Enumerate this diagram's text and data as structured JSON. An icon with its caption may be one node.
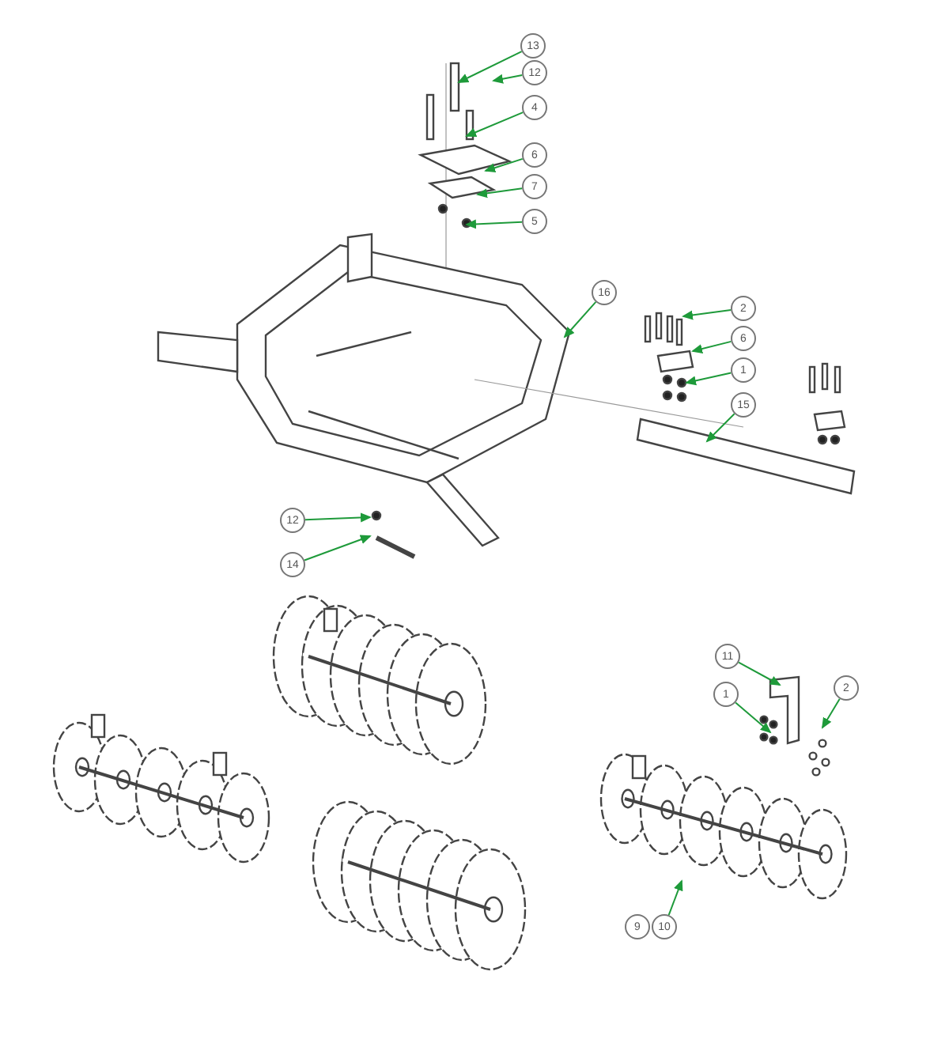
{
  "diagram": {
    "nodes": [
      {
        "text": [
          "13"
        ]
      },
      {
        "text": [
          "12"
        ]
      },
      {
        "text": [
          "4"
        ]
      },
      {
        "text": [
          "6"
        ]
      },
      {
        "text": [
          "7"
        ]
      },
      {
        "text": [
          "5"
        ]
      },
      {
        "text": [
          "16"
        ]
      },
      {
        "text": [
          "2"
        ]
      },
      {
        "text": [
          "6"
        ]
      },
      {
        "text": [
          "1"
        ]
      },
      {
        "text": [
          "15"
        ]
      },
      {
        "text": [
          "12"
        ]
      },
      {
        "text": [
          "14"
        ]
      },
      {
        "text": [
          "11"
        ]
      },
      {
        "text": [
          "1"
        ]
      },
      {
        "text": [
          "2"
        ]
      },
      {
        "text": [
          "9"
        ]
      },
      {
        "text": [
          "10"
        ]
      }
    ],
    "edges": [
      {
        "from": 0,
        "to": null,
        "arrow": "to"
      },
      {
        "from": 1,
        "to": null,
        "arrow": "to"
      },
      {
        "from": 2,
        "to": null,
        "arrow": "to"
      },
      {
        "from": 3,
        "to": null,
        "arrow": "to"
      },
      {
        "from": 4,
        "to": null,
        "arrow": "to"
      },
      {
        "from": 5,
        "to": null,
        "arrow": "to"
      },
      {
        "from": 6,
        "to": null,
        "arrow": "to"
      },
      {
        "from": 7,
        "to": null,
        "arrow": "to"
      },
      {
        "from": 8,
        "to": null,
        "arrow": "to"
      },
      {
        "from": 9,
        "to": null,
        "arrow": "to"
      },
      {
        "from": 10,
        "to": null,
        "arrow": "to"
      },
      {
        "from": 11,
        "to": null,
        "arrow": "to"
      },
      {
        "from": 12,
        "to": null,
        "arrow": "to"
      },
      {
        "from": 13,
        "to": null,
        "arrow": "to"
      },
      {
        "from": 14,
        "to": null,
        "arrow": "to"
      },
      {
        "from": 15,
        "to": null,
        "arrow": "to"
      },
      {
        "from": 17,
        "to": null,
        "arrow": "to"
      }
    ]
  }
}
